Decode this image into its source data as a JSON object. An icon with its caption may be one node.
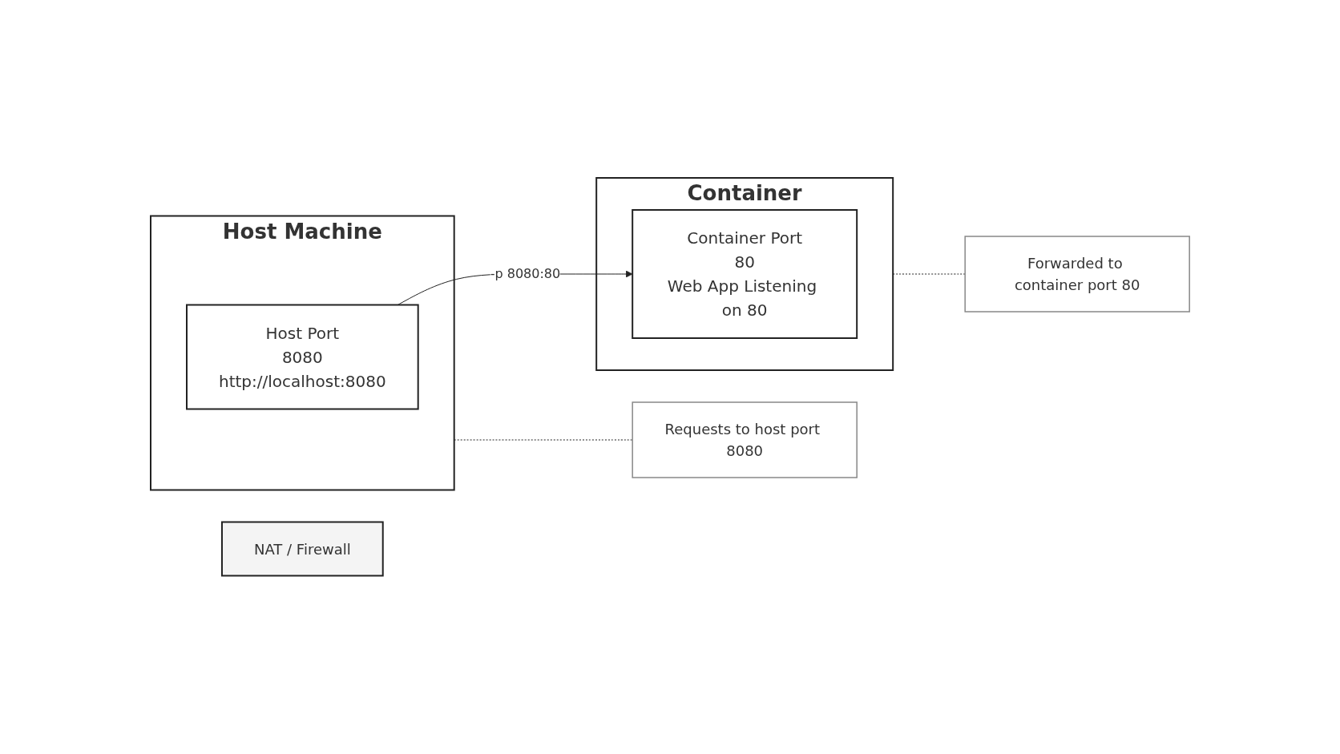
{
  "diagram": {
    "nodes": [
      {
        "text": [
          "Host Machine"
        ]
      },
      {
        "text": [
          "Host Port",
          "8080",
          "http://localhost:8080"
        ],
        "in": 0
      },
      {
        "text": [
          "NAT / Firewall"
        ]
      },
      {
        "text": [
          "Container"
        ]
      },
      {
        "text": [
          "Container Port",
          "80",
          "Web App Listening on 80"
        ],
        "in": 3
      },
      {
        "text": [
          "Requests to host port 8080"
        ]
      },
      {
        "text": [
          "Forwarded to container port 80"
        ]
      }
    ],
    "edges": [
      {
        "from": 1,
        "to": 4,
        "arrow": "to",
        "label": "-p 8080:80"
      },
      {
        "from": 0,
        "to": 5,
        "arrow": "none",
        "style": "dashed"
      },
      {
        "from": 3,
        "to": 6,
        "arrow": "none",
        "style": "dashed"
      }
    ]
  }
}
